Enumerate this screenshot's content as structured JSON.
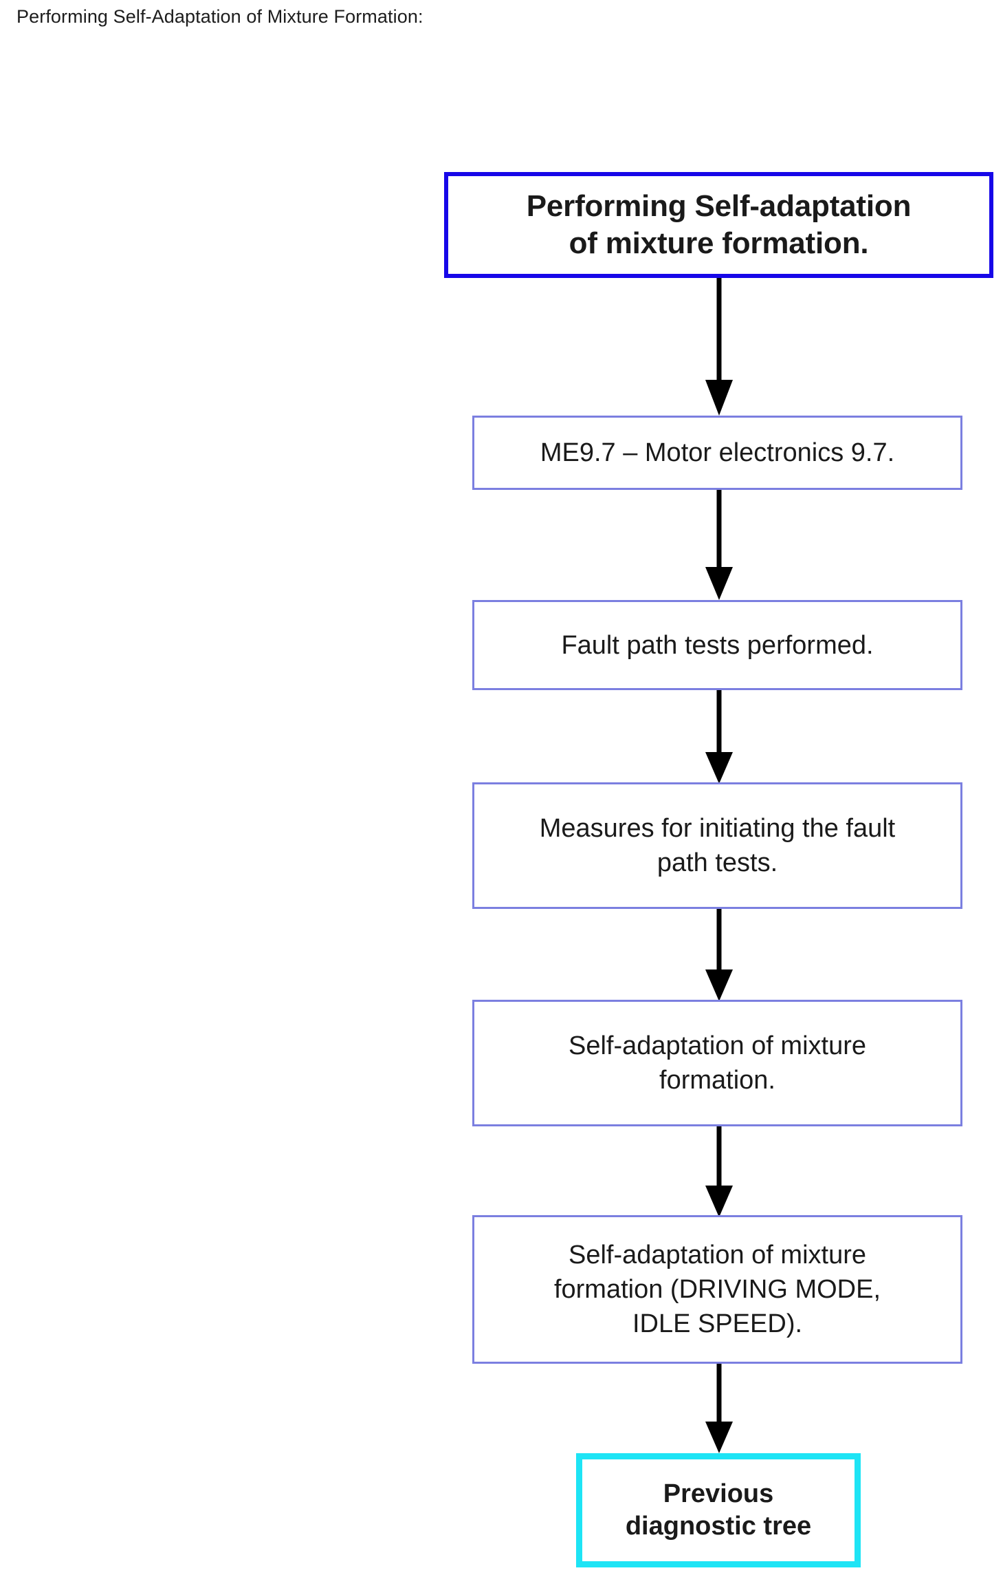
{
  "page": {
    "heading": "Performing Self-Adaptation of Mixture Formation:"
  },
  "colors": {
    "start_border": "#1707e8",
    "step_border": "#7b7fe0",
    "end_border": "#1ee4f5",
    "arrow": "#000000",
    "text": "#1a1a1a",
    "background": "#ffffff"
  },
  "flowchart": {
    "type": "flowchart",
    "orientation": "top-to-bottom",
    "nodes": [
      {
        "id": "start",
        "kind": "start",
        "label": "Performing Self-adaptation\nof mixture formation.",
        "bold": true
      },
      {
        "id": "step1",
        "kind": "step",
        "label": "ME9.7 – Motor electronics 9.7.",
        "bold": false
      },
      {
        "id": "step2",
        "kind": "step",
        "label": "Fault path tests performed.",
        "bold": false
      },
      {
        "id": "step3",
        "kind": "step",
        "label": "Measures for initiating the fault\npath tests.",
        "bold": false
      },
      {
        "id": "step4",
        "kind": "step",
        "label": "Self-adaptation of mixture\nformation.",
        "bold": false
      },
      {
        "id": "step5",
        "kind": "step",
        "label": "Self-adaptation of mixture\nformation (DRIVING MODE,\nIDLE SPEED).",
        "bold": false
      },
      {
        "id": "end",
        "kind": "end",
        "label": "Previous\ndiagnostic tree",
        "bold": true
      }
    ],
    "edges": [
      {
        "from": "start",
        "to": "step1"
      },
      {
        "from": "step1",
        "to": "step2"
      },
      {
        "from": "step2",
        "to": "step3"
      },
      {
        "from": "step3",
        "to": "step4"
      },
      {
        "from": "step4",
        "to": "step5"
      },
      {
        "from": "step5",
        "to": "end"
      }
    ]
  }
}
